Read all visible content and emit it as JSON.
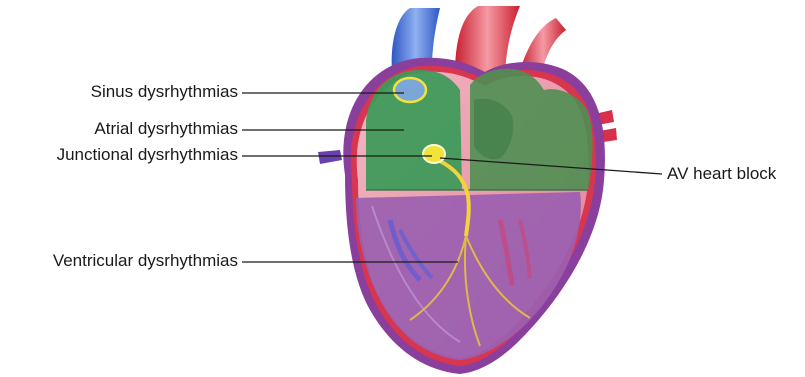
{
  "labels": {
    "sinus": "Sinus dysrhythmias",
    "atrial": "Atrial dysrhythmias",
    "junctional": "Junctional dysrhythmias",
    "av_block": "AV heart block",
    "ventricular": "Ventricular dysrhythmias"
  },
  "colors": {
    "atrial_region": "#3f9a5a",
    "ventricular_region": "#9b5fb0",
    "sinus_node": "#7aa7d8",
    "av_node": "#f2e33a",
    "myocardium": "#e7a0ae",
    "vessel_red": "#e03a4a",
    "vessel_blue": "#3a6fd8",
    "leader_line": "#1a1a1a"
  }
}
